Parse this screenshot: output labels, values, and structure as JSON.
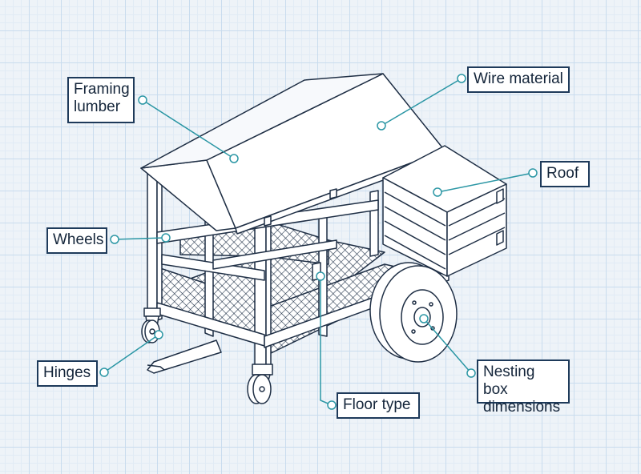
{
  "labels": {
    "framing": "Framing\nlumber",
    "wire": "Wire material",
    "roof": "Roof",
    "wheels": "Wheels",
    "hinges": "Hinges",
    "nesting": "Nesting box\ndimensions",
    "floor": "Floor type"
  },
  "colors": {
    "line": "#1f2f45",
    "leader": "#2c97a5",
    "label_border": "#1e3a5a",
    "grid": "#c9dcee",
    "background": "#eef3f8"
  }
}
